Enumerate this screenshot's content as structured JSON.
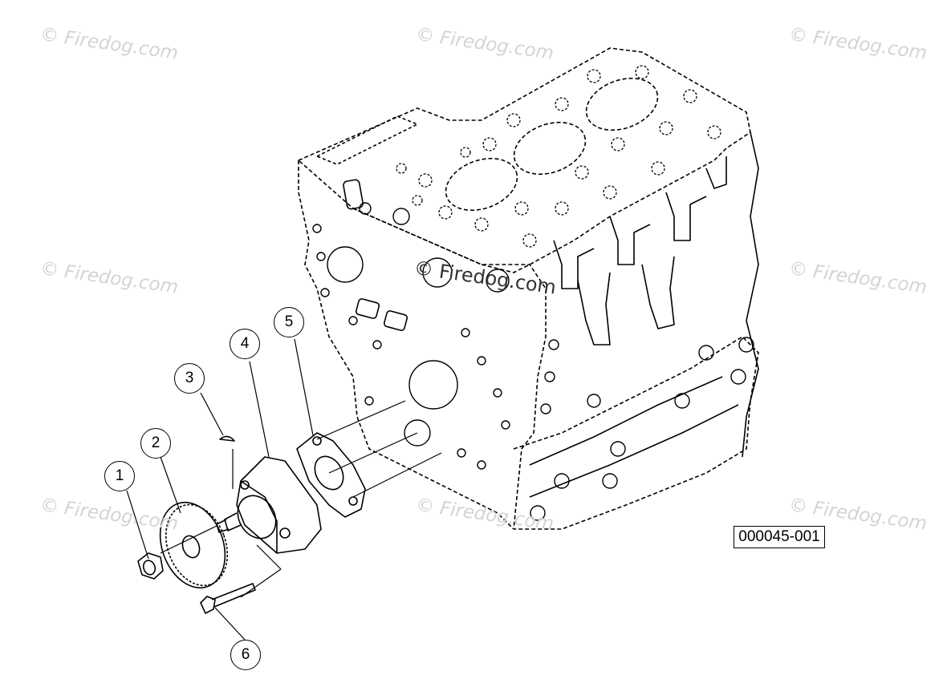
{
  "watermark": {
    "text": "© Firedog.com",
    "center_text": "© Firedog.com"
  },
  "callouts": [
    {
      "id": 1,
      "label": "1"
    },
    {
      "id": 2,
      "label": "2"
    },
    {
      "id": 3,
      "label": "3"
    },
    {
      "id": 4,
      "label": "4"
    },
    {
      "id": 5,
      "label": "5"
    },
    {
      "id": 6,
      "label": "6"
    }
  ],
  "reference_code": "000045-001",
  "colors": {
    "line": "#000000",
    "watermark": "#d4d4d4",
    "background": "#ffffff"
  }
}
